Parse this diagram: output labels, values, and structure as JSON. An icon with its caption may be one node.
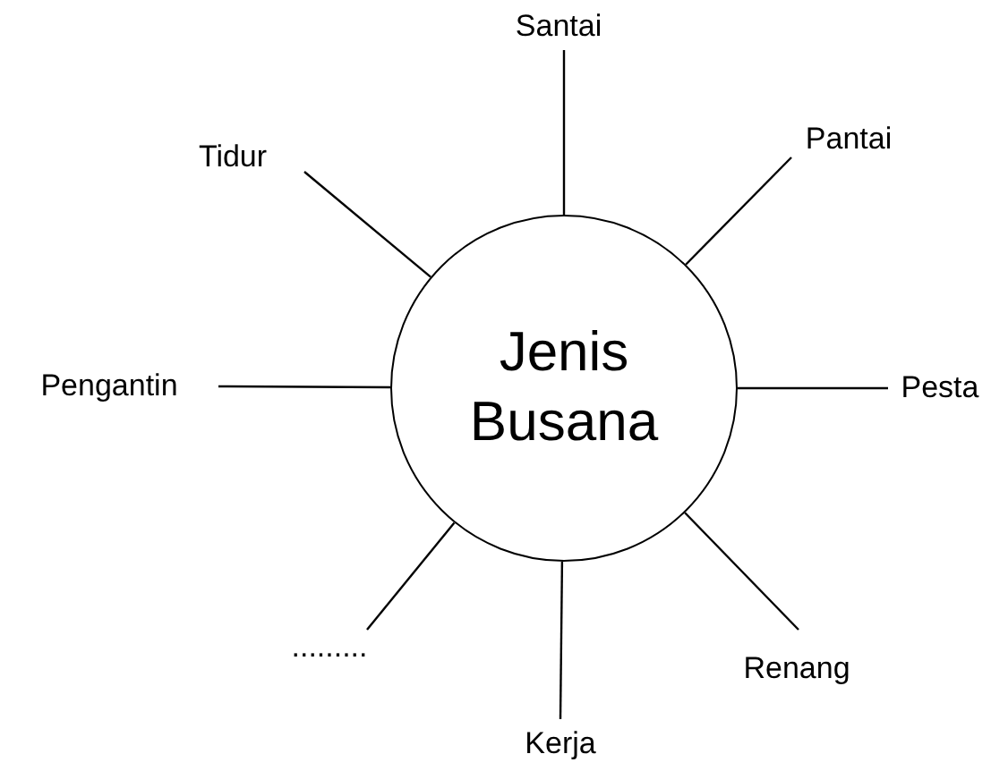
{
  "diagram": {
    "nodes": [
      {
        "text": [
          "Jenis Busana"
        ]
      },
      {
        "text": [
          "Santai"
        ]
      },
      {
        "text": [
          "Tidur"
        ]
      },
      {
        "text": [
          "Pantai"
        ]
      },
      {
        "text": [
          "Pengantin"
        ]
      },
      {
        "text": [
          "Pesta"
        ]
      },
      {
        "text": [
          "........."
        ]
      },
      {
        "text": [
          "Renang"
        ]
      },
      {
        "text": [
          "Kerja"
        ]
      }
    ],
    "edges": [
      {
        "from": 0,
        "to": 1,
        "arrow": "none"
      },
      {
        "from": 0,
        "to": 2,
        "arrow": "none"
      },
      {
        "from": 0,
        "to": 3,
        "arrow": "none"
      },
      {
        "from": 0,
        "to": 4,
        "arrow": "none"
      },
      {
        "from": 0,
        "to": 5,
        "arrow": "none"
      },
      {
        "from": 0,
        "to": 6,
        "arrow": "none"
      },
      {
        "from": 0,
        "to": 7,
        "arrow": "none"
      },
      {
        "from": 0,
        "to": 8,
        "arrow": "none"
      }
    ]
  }
}
